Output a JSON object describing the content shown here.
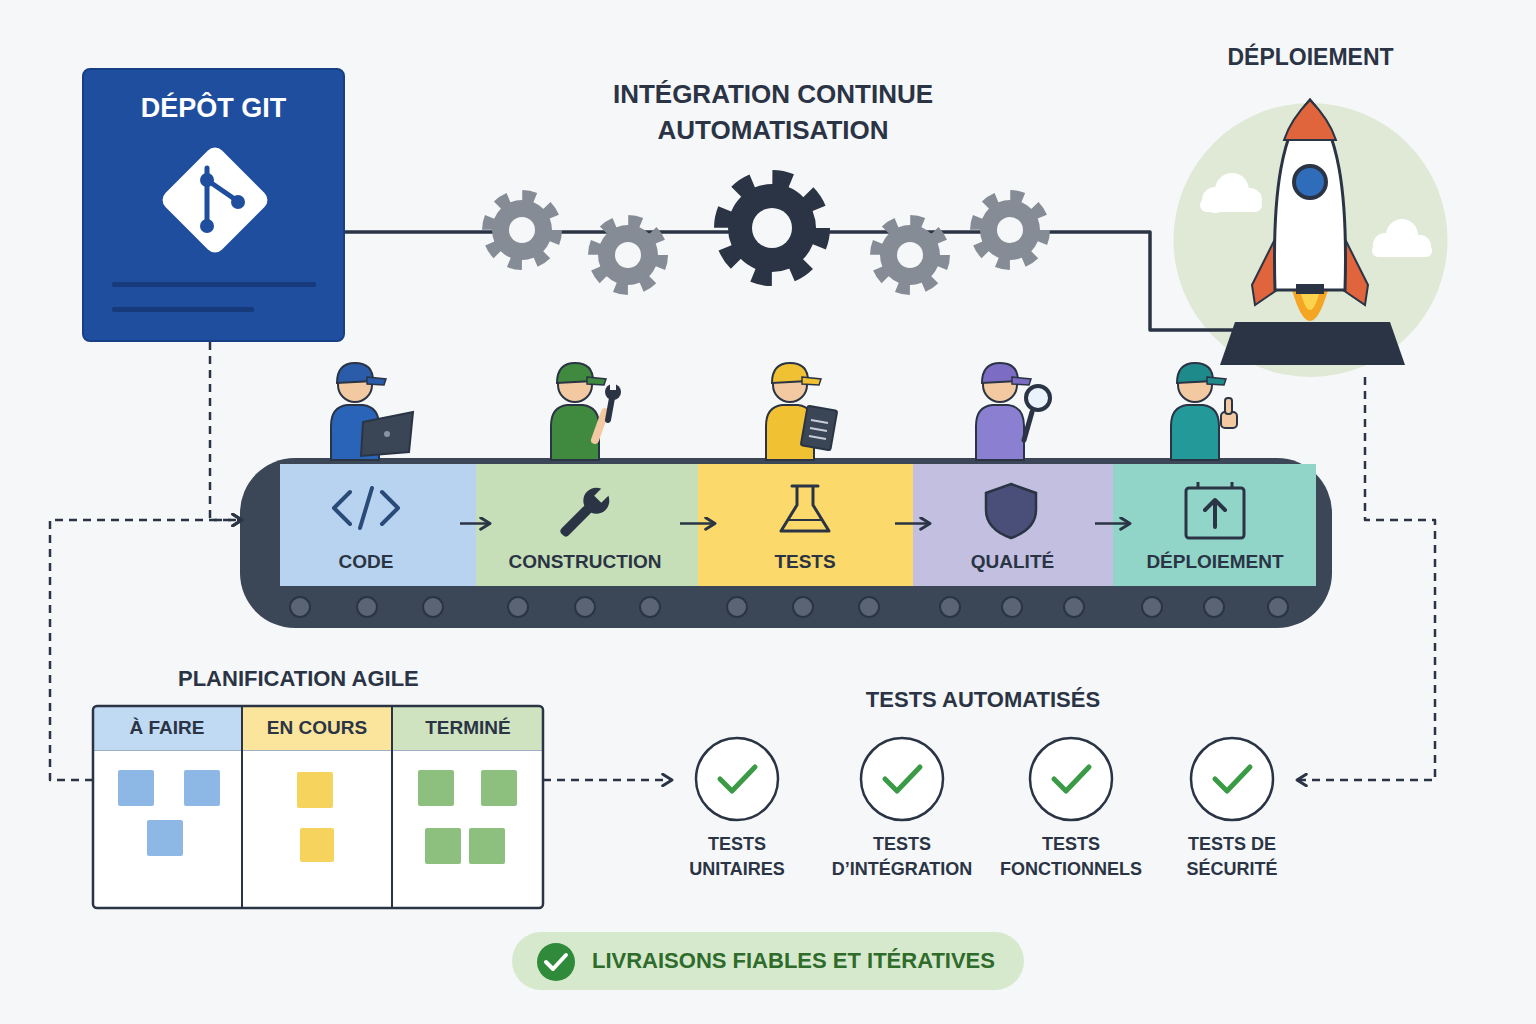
{
  "diagram": {
    "title": "INTÉGRATION CONTINUE AUTOMATISATION",
    "nodes": [
      {
        "text": [
          "DÉPÔT GIT"
        ]
      },
      {
        "text": [
          "DÉPLOIEMENT"
        ]
      },
      {
        "text": [
          "CODE"
        ]
      },
      {
        "text": [
          "CONSTRUCTION"
        ]
      },
      {
        "text": [
          "TESTS"
        ]
      },
      {
        "text": [
          "QUALITÉ"
        ]
      },
      {
        "text": [
          "DÉPLOIEMENT"
        ]
      },
      {
        "text": [
          "PLANIFICATION AGILE"
        ]
      },
      {
        "text": [
          "À FAIRE"
        ],
        "in": 7
      },
      {
        "text": [
          "EN COURS"
        ],
        "in": 7
      },
      {
        "text": [
          "TERMINÉ"
        ],
        "in": 7
      },
      {
        "text": [
          "TESTS UNITAIRES"
        ]
      },
      {
        "text": [
          "TESTS D’INTÉGRATION"
        ]
      },
      {
        "text": [
          "TESTS FONCTIONNELS"
        ]
      },
      {
        "text": [
          "TESTS DE SÉCURITÉ"
        ]
      },
      {
        "text": [
          "LIVRAISONS FIABLES ET ITÉRATIVES"
        ]
      }
    ],
    "edges": [
      {
        "from": 0,
        "to": 1,
        "arrow": "none"
      },
      {
        "from": 2,
        "to": 3,
        "arrow": "to"
      },
      {
        "from": 3,
        "to": 4,
        "arrow": "to"
      },
      {
        "from": 4,
        "to": 5,
        "arrow": "to"
      },
      {
        "from": 5,
        "to": 6,
        "arrow": "to"
      },
      {
        "from": 0,
        "to": 2,
        "arrow": "to"
      },
      {
        "from": 7,
        "to": 2,
        "arrow": "to"
      },
      {
        "from": 7,
        "to": 11,
        "arrow": "to"
      },
      {
        "from": 1,
        "to": 14,
        "arrow": "to"
      }
    ],
    "labels": [
      "TESTS AUTOMATISÉS"
    ]
  }
}
